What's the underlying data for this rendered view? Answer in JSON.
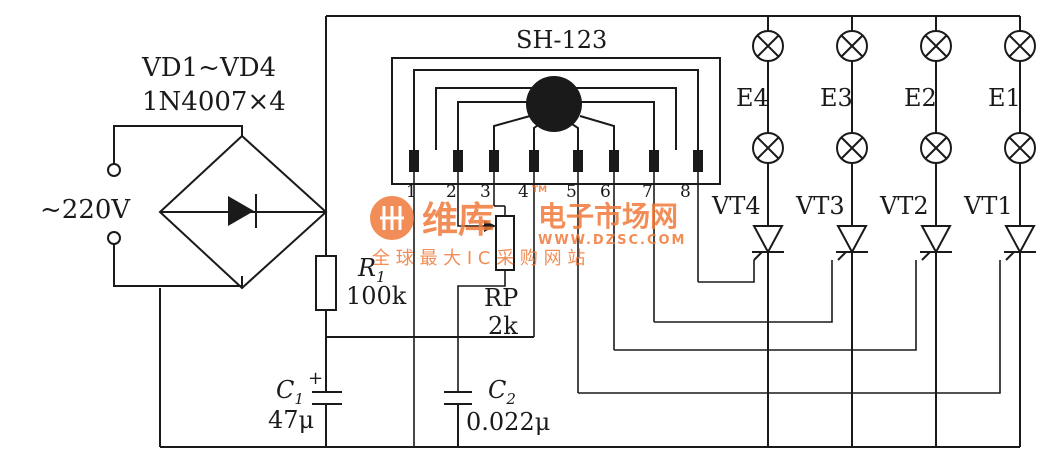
{
  "chip": {
    "label": "SH-123",
    "pins": [
      "1",
      "2",
      "3",
      "4",
      "5",
      "6",
      "7",
      "8"
    ]
  },
  "bridge": {
    "label_line1": "VD1~VD4",
    "label_line2": "1N4007×4"
  },
  "source": {
    "label": "~220V"
  },
  "r1": {
    "name_main": "R",
    "name_sub": "1",
    "value": "100k"
  },
  "rp": {
    "name": "RP",
    "value": "2k"
  },
  "c1": {
    "name_main": "C",
    "name_sub": "1",
    "polarity": "+",
    "value": "47μ"
  },
  "c2": {
    "name_main": "C",
    "name_sub": "2",
    "value": "0.022μ"
  },
  "lamps": [
    "E4",
    "E3",
    "E2",
    "E1"
  ],
  "thyristors": [
    "VT4",
    "VT3",
    "VT2",
    "VT1"
  ],
  "watermark": {
    "brand_cn": "维库",
    "brand_rest": "电子市场网",
    "url": "WWW.DZSC.COM",
    "tagline": "全 球 最 大 I C 采 购 网 站",
    "tm": "TM",
    "color": "#f07a3a"
  }
}
